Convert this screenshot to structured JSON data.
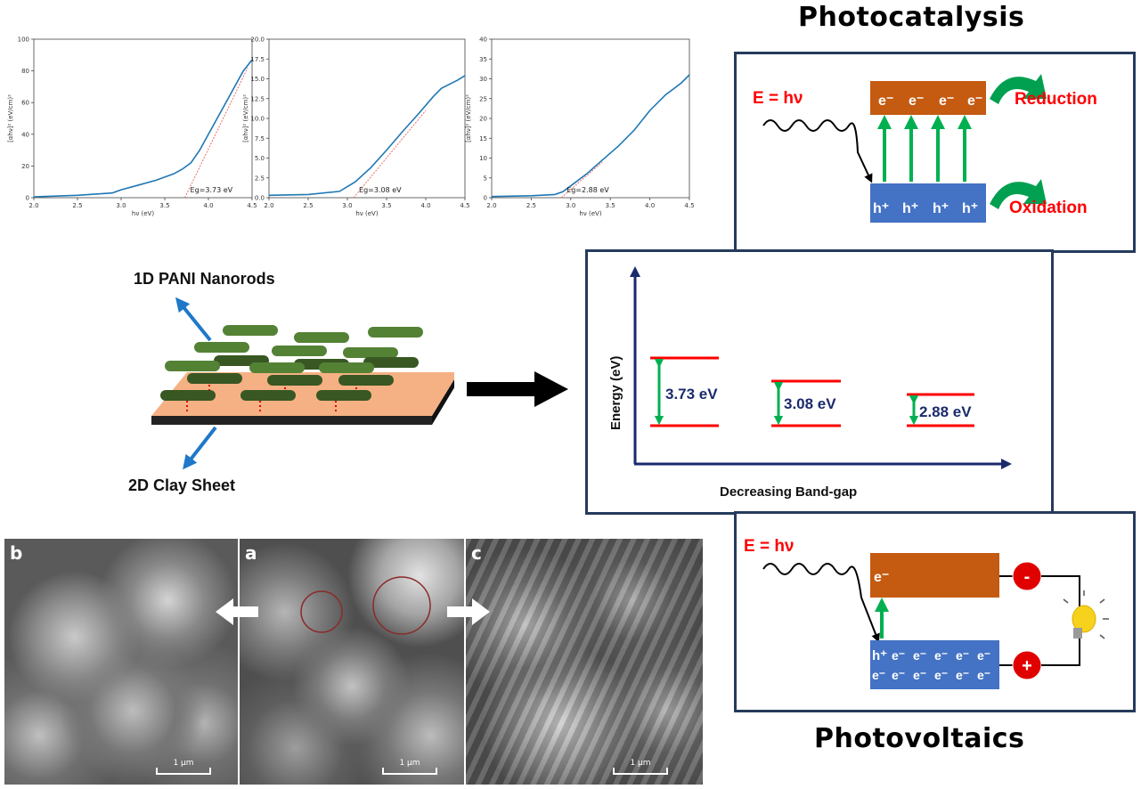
{
  "chart_data": [
    {
      "type": "line",
      "xlabel": "hν (eV)",
      "ylabel": "[αhν]² (eV/cm)²",
      "xlim": [
        2.0,
        4.5
      ],
      "ylim": [
        0,
        100
      ],
      "xticks": [
        "2.0",
        "2.5",
        "3.0",
        "3.5",
        "4.0",
        "4.5"
      ],
      "yticks": [
        "0",
        "20",
        "40",
        "60",
        "80",
        "100"
      ],
      "annotation": "Eg=3.73 eV",
      "series": [
        {
          "x": [
            2.0,
            2.5,
            2.9,
            3.0,
            3.2,
            3.4,
            3.6,
            3.7,
            3.8,
            3.9,
            4.0,
            4.1,
            4.2,
            4.3,
            4.4,
            4.5
          ],
          "y": [
            0.5,
            1.5,
            3,
            5,
            8,
            11,
            15,
            18,
            22,
            30,
            40,
            50,
            60,
            70,
            80,
            87
          ]
        }
      ],
      "fit": {
        "x": [
          3.73,
          4.45
        ],
        "y": [
          0,
          82
        ]
      }
    },
    {
      "type": "line",
      "xlabel": "hν (eV)",
      "ylabel": "[αhν]² (eV/cm)²",
      "xlim": [
        2.0,
        4.5
      ],
      "ylim": [
        0,
        20
      ],
      "xticks": [
        "2.0",
        "2.5",
        "3.0",
        "3.5",
        "4.0",
        "4.5"
      ],
      "yticks": [
        "0.0",
        "2.5",
        "5.0",
        "7.5",
        "10.0",
        "12.5",
        "15.0",
        "17.5",
        "20.0"
      ],
      "annotation": "Eg=3.08 eV",
      "series": [
        {
          "x": [
            2.0,
            2.5,
            2.9,
            3.1,
            3.3,
            3.5,
            3.7,
            3.9,
            4.1,
            4.2,
            4.3,
            4.4,
            4.5
          ],
          "y": [
            0.3,
            0.4,
            0.8,
            2,
            3.8,
            6,
            8.3,
            10.5,
            12.8,
            13.8,
            14.3,
            14.8,
            15.4
          ]
        }
      ],
      "fit": {
        "x": [
          3.08,
          4.0
        ],
        "y": [
          0,
          11
        ]
      }
    },
    {
      "type": "line",
      "xlabel": "hν (eV)",
      "ylabel": "[αhν]² (eV/cm)²",
      "xlim": [
        2.0,
        4.5
      ],
      "ylim": [
        0,
        40
      ],
      "xticks": [
        "2.0",
        "2.5",
        "3.0",
        "3.5",
        "4.0",
        "4.5"
      ],
      "yticks": [
        "0",
        "5",
        "10",
        "15",
        "20",
        "25",
        "30",
        "35",
        "40"
      ],
      "annotation": "Eg=2.88 eV",
      "series": [
        {
          "x": [
            2.0,
            2.5,
            2.8,
            2.9,
            3.0,
            3.2,
            3.4,
            3.6,
            3.8,
            4.0,
            4.2,
            4.4,
            4.5
          ],
          "y": [
            0.3,
            0.5,
            0.8,
            1.5,
            3,
            6,
            9.5,
            13,
            17,
            22,
            26,
            29,
            31
          ]
        }
      ],
      "fit": {
        "x": [
          2.88,
          3.4
        ],
        "y": [
          0,
          9
        ]
      }
    }
  ],
  "titles": {
    "photocatalysis": "Photocatalysis",
    "photovoltaics": "Photovoltaics"
  },
  "structure": {
    "nanorods_label": "1D PANI Nanorods",
    "clay_label": "2D Clay Sheet"
  },
  "photocatalysis": {
    "energy_label": "E = hν",
    "electron": "e⁻",
    "hole": "h⁺",
    "reduction": "Reduction",
    "oxidation": "Oxidation"
  },
  "bandgap": {
    "ylabel": "Energy (eV)",
    "xlabel": "Decreasing Band-gap",
    "gaps": [
      "3.73 eV",
      "3.08 eV",
      "2.88 eV"
    ]
  },
  "photovoltaics": {
    "energy_label": "E = hν",
    "electron": "e⁻",
    "hole": "h⁺",
    "minus": "-",
    "plus": "+"
  },
  "sem": {
    "panels": [
      {
        "letter": "b",
        "scale": "1 μm"
      },
      {
        "letter": "a",
        "scale": "1 μm"
      },
      {
        "letter": "c",
        "scale": "1 μm"
      }
    ]
  },
  "colors": {
    "frame": "#263b5c",
    "conduction": "#c55a11",
    "valence": "#4472c4",
    "arrow_green": "#00b050",
    "curve": "#1f77b4",
    "fit": "#e8706a",
    "red": "#ff0000"
  }
}
